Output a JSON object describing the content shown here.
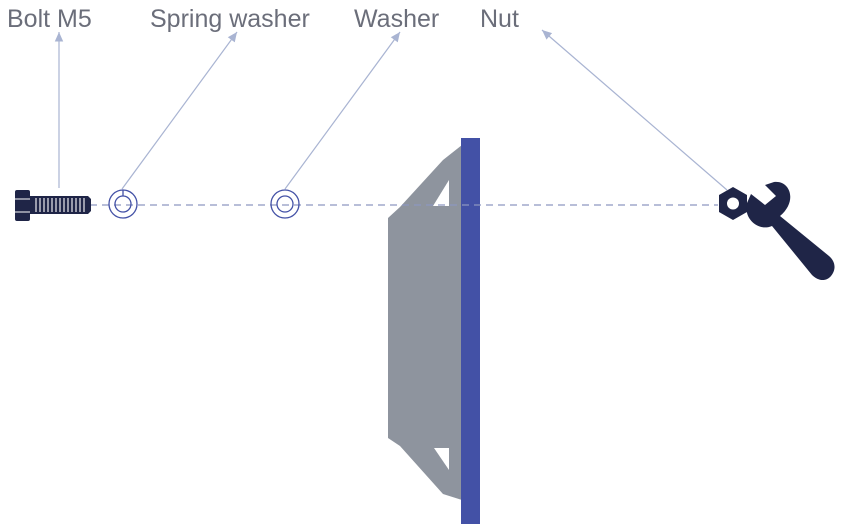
{
  "labels": {
    "bolt": "Bolt M5",
    "spring_washer": "Spring washer",
    "washer": "Washer",
    "nut": "Nut"
  },
  "icons": {
    "bolt": "bolt-icon",
    "spring_washer": "spring-washer-icon",
    "washer": "washer-icon",
    "nut": "hex-nut-icon",
    "tool": "wrench-icon"
  },
  "colors": {
    "label_text": "#6b6e7a",
    "leader_line": "#a9b4d2",
    "axis_line": "#8d96c0",
    "dark_part": "#1f2547",
    "housing": "#8e949e",
    "panel": "#4351a6"
  }
}
